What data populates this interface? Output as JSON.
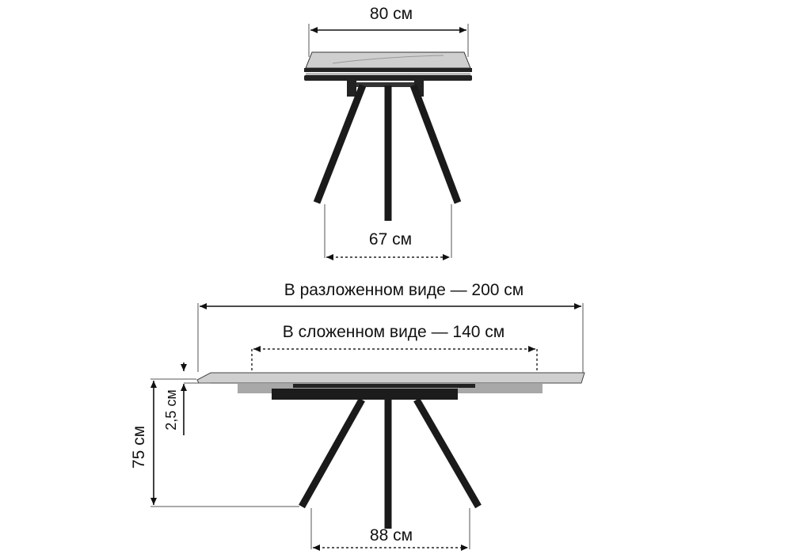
{
  "top_view": {
    "width_label": "80 см",
    "base_label": "67 см"
  },
  "side_view": {
    "extended_label": "В разложенном виде — 200 см",
    "folded_label": "В сложенном виде — 140 см",
    "height_label": "75 см",
    "thickness_label": "2,5 см",
    "base_label": "88 см"
  },
  "colors": {
    "tabletop": "#c9c9c9",
    "frame": "#1a1a1a",
    "mechanism": "#9a9a9a"
  }
}
